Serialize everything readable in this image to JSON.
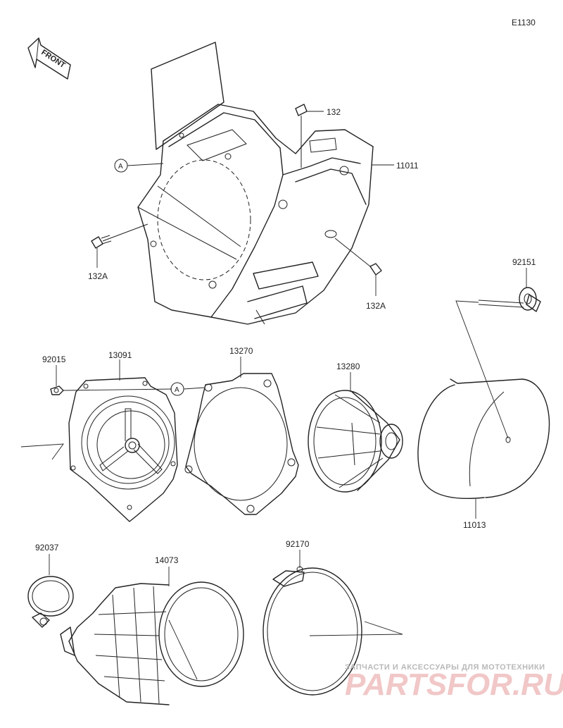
{
  "diagram_code": "E1130",
  "front_label": "FRONT",
  "ref_marker": "A",
  "parts": {
    "p132": "132",
    "p11011": "11011",
    "p132a_left": "132A",
    "p132a_right": "132A",
    "p92151": "92151",
    "p92015": "92015",
    "p13091": "13091",
    "p13270": "13270",
    "p13280": "13280",
    "p11013": "11013",
    "p92037": "92037",
    "p14073": "14073",
    "p92170": "92170"
  },
  "watermark": {
    "tagline": "ЗАПЧАСТИ И АКСЕССУАРЫ ДЛЯ МОТОТЕХНИКИ",
    "logo": "PARTSFOR.RU"
  }
}
